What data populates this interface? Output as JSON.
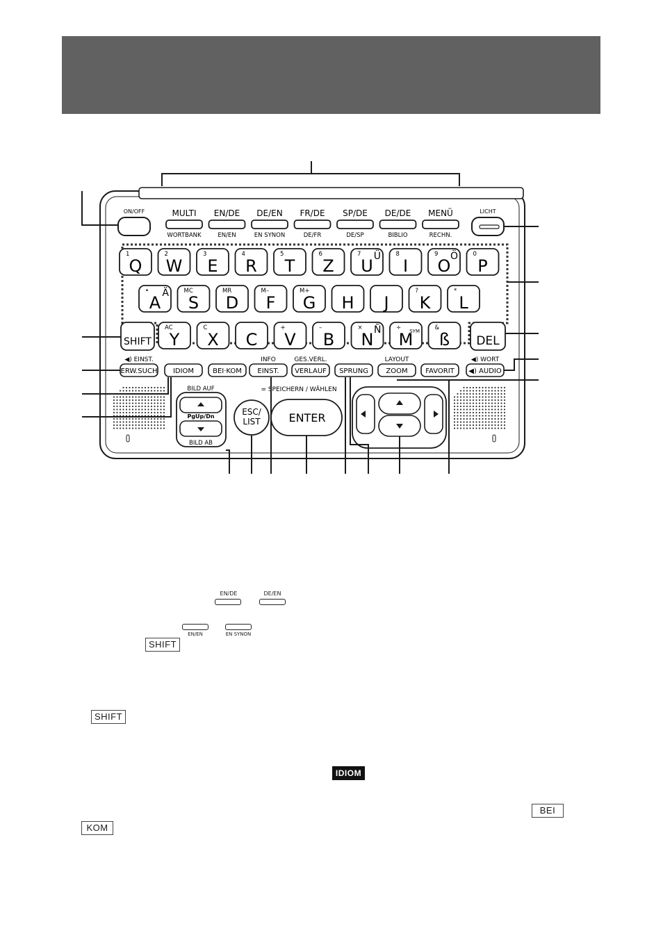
{
  "device": {
    "power_label": "ON/OFF",
    "light_label": "LICHT",
    "function_keys": [
      {
        "top": "MULTI",
        "bottom": "WORTBANK"
      },
      {
        "top": "EN/DE",
        "bottom": "EN/EN"
      },
      {
        "top": "DE/EN",
        "bottom": "EN SYNON"
      },
      {
        "top": "FR/DE",
        "bottom": "DE/FR"
      },
      {
        "top": "SP/DE",
        "bottom": "DE/SP"
      },
      {
        "top": "DE/DE",
        "bottom": "BIBLIO"
      },
      {
        "top": "MENÜ",
        "bottom": "RECHN."
      }
    ],
    "row1": [
      {
        "main": "Q",
        "top": "1",
        "side": ""
      },
      {
        "main": "W",
        "top": "2",
        "side": ""
      },
      {
        "main": "E",
        "top": "3",
        "side": ""
      },
      {
        "main": "R",
        "top": "4",
        "side": ""
      },
      {
        "main": "T",
        "top": "5",
        "side": ""
      },
      {
        "main": "Z",
        "top": "6",
        "side": ""
      },
      {
        "main": "U",
        "top": "7",
        "side": "Ü"
      },
      {
        "main": "I",
        "top": "8",
        "side": ""
      },
      {
        "main": "O",
        "top": "9",
        "side": "Ö"
      },
      {
        "main": "P",
        "top": "0",
        "side": ""
      }
    ],
    "row2": [
      {
        "main": "A",
        "top": "•",
        "side": "Ä"
      },
      {
        "main": "S",
        "top": "MC",
        "side": ""
      },
      {
        "main": "D",
        "top": "MR",
        "side": ""
      },
      {
        "main": "F",
        "top": "M–",
        "side": ""
      },
      {
        "main": "G",
        "top": "M+",
        "side": ""
      },
      {
        "main": "H",
        "top": "",
        "side": ""
      },
      {
        "main": "J",
        "top": "",
        "side": ""
      },
      {
        "main": "K",
        "top": "?",
        "side": ""
      },
      {
        "main": "L",
        "top": "*",
        "side": ""
      }
    ],
    "row3": [
      {
        "main": "Y",
        "top": "AC",
        "side": ""
      },
      {
        "main": "X",
        "top": "C",
        "side": ""
      },
      {
        "main": "C",
        "top": "",
        "side": ""
      },
      {
        "main": "V",
        "top": "+",
        "side": ""
      },
      {
        "main": "B",
        "top": "–",
        "side": ""
      },
      {
        "main": "N",
        "top": "×",
        "side": "Ñ"
      },
      {
        "main": "M",
        "top": "÷",
        "side": "SYM"
      },
      {
        "main": "ß",
        "top": "&",
        "side": ""
      }
    ],
    "shift_label": "SHIFT",
    "del_label": "DEL",
    "small_keys": [
      {
        "label": "ERW.SUCH",
        "above": "◀) EINST."
      },
      {
        "label": "IDIOM",
        "above": ""
      },
      {
        "label": "BEI·KOM",
        "above": ""
      },
      {
        "label": "EINST.",
        "above": "INFO"
      },
      {
        "label": "VERLAUF",
        "above": "GES.VERL."
      },
      {
        "label": "SPRUNG",
        "above": ""
      },
      {
        "label": "ZOOM",
        "above": "LAYOUT"
      },
      {
        "label": "FAVORIT",
        "above": ""
      },
      {
        "label": "◀) AUDIO",
        "above": "◀) WORT"
      }
    ],
    "bild_auf": "BILD AUF",
    "bild_ab": "BILD AB",
    "pgupdn": "PgUp/Dn",
    "speichern": "= SPEICHERN / WÄHLEN",
    "esc_top": "ESC/",
    "esc_bottom": "LIST",
    "enter_label": "ENTER"
  },
  "body_icons": {
    "en_de_key_label": "EN/DE",
    "de_en_key_label": "DE/EN",
    "en_en_key_label": "EN/EN",
    "en_synon_key_label": "EN SYNON",
    "shift_icon_label": "SHIFT",
    "shift_icon_label_2": "SHIFT",
    "idiom_icon_label": "IDIOM",
    "bei_icon_label": "BEI",
    "kom_icon_label": "KOM"
  }
}
